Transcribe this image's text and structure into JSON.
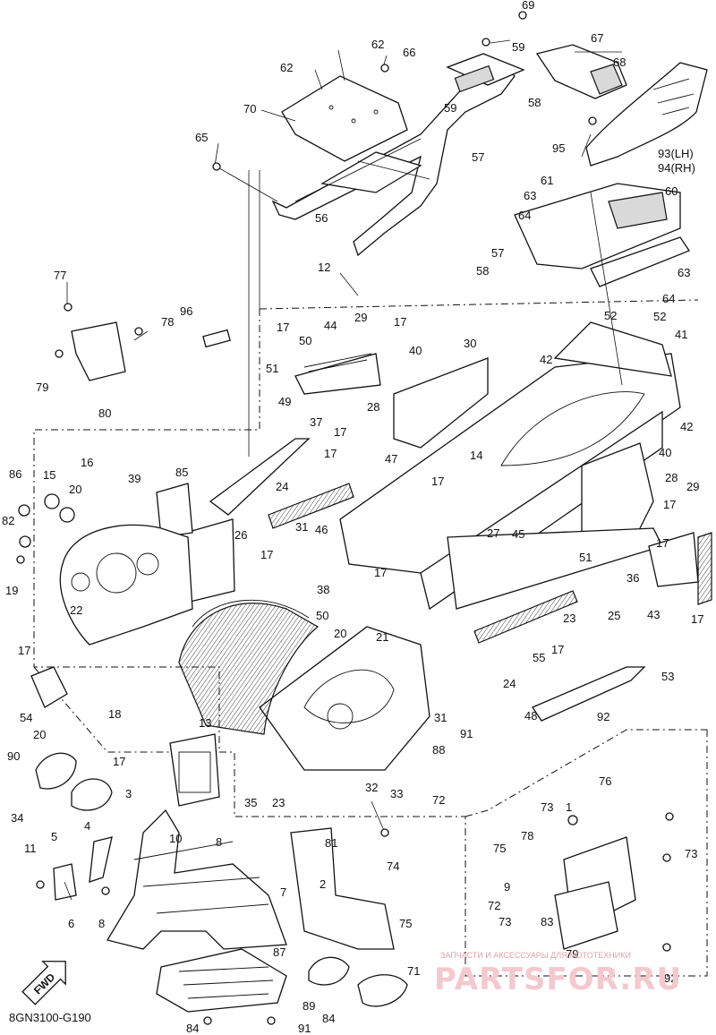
{
  "diagram_code": "8GN3100-G190",
  "fwd_label": "FWD",
  "watermark": {
    "subtitle": "ЗАПЧАСТИ И АКСЕССУАРЫ ДЛЯ МОТОТЕХНИКИ",
    "logo": "PARTSFOR.RU"
  },
  "callouts": [
    "69",
    "59",
    "67",
    "68",
    "62",
    "62",
    "66",
    "70",
    "59",
    "58",
    "65",
    "57",
    "95",
    "93(LH)",
    "94(RH)",
    "61",
    "60",
    "63",
    "64",
    "56",
    "57",
    "58",
    "63",
    "64",
    "12",
    "52",
    "52",
    "96",
    "17",
    "44",
    "29",
    "17",
    "41",
    "77",
    "78",
    "50",
    "40",
    "30",
    "42",
    "42",
    "51",
    "79",
    "80",
    "37",
    "28",
    "49",
    "17",
    "47",
    "17",
    "14",
    "16",
    "15",
    "20",
    "39",
    "85",
    "86",
    "82",
    "19",
    "26",
    "24",
    "31",
    "46",
    "17",
    "27",
    "40",
    "28",
    "17",
    "29",
    "17",
    "36",
    "43",
    "17",
    "45",
    "17",
    "38",
    "17",
    "50",
    "51",
    "25",
    "23",
    "22",
    "13",
    "20",
    "21",
    "17",
    "55",
    "17",
    "53",
    "54",
    "18",
    "31",
    "24",
    "48",
    "92",
    "90",
    "20",
    "88",
    "17",
    "91",
    "34",
    "35",
    "23",
    "32",
    "33",
    "72",
    "76",
    "73",
    "1",
    "3",
    "4",
    "5",
    "11",
    "10",
    "8",
    "81",
    "74",
    "75",
    "78",
    "73",
    "9",
    "2",
    "6",
    "8",
    "7",
    "75",
    "72",
    "73",
    "83",
    "87",
    "89",
    "71",
    "79",
    "92",
    "84",
    "84",
    "91"
  ]
}
